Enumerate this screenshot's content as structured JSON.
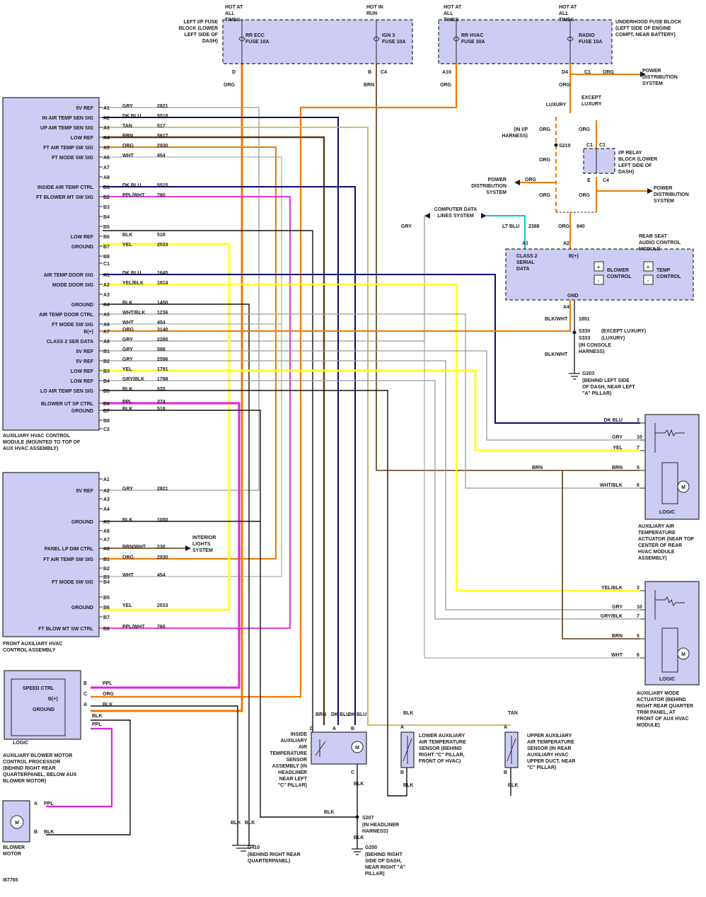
{
  "colors": {
    "module_fill": "#ccccf4",
    "orange": "#f07a00",
    "yellow": "#ffff22",
    "magenta": "#e020e0",
    "cyan": "#00c8d8",
    "dark_blue": "#0a0a70",
    "brown": "#5a3a10",
    "tan": "#c8b060",
    "gray": "#9a9a9a",
    "black": "#101010"
  },
  "top": {
    "hot1": "HOT AT ALL TIMES",
    "hot2": "HOT IN RUN",
    "hot3": "HOT AT ALL TIMES",
    "hot4": "HOT AT ALL TIMES",
    "lip_label": "LEFT I/P FUSE BLOCK (LOWER LEFT SIDE OF DASH)",
    "underhood_label": "UNDERHOOD FUSE BLOCK (LEFT SIDE OF ENGINE COMPT, NEAR BATTERY)",
    "fuse1": "RR ECC FUSE 10A",
    "fuse2": "IGN 3 FUSE 10A",
    "fuse3": "RR HVAC FUSE 30A",
    "fuse4": "RADIO FUSE 10A",
    "pin_d": "D",
    "pin_b": "B",
    "pin_c4": "C4",
    "pin_a10": "A10",
    "pin_d4": "D4",
    "pin_c1": "C1",
    "w_org1": "ORG",
    "w_brn": "BRN",
    "w_org3": "ORG",
    "w_org4": "ORG",
    "w_org5": "ORG",
    "pds1": "POWER DISTRIBUTION SYSTEM",
    "luxury": "LUXURY",
    "except_luxury": "EXCEPT LUXURY",
    "in_ip_harness": "(IN I/P HARNESS)",
    "s210": "S210",
    "ip_relay": "I/P RELAY BLOCK (LOWER LEFT SIDE OF DASH)",
    "relay_c1a": "C1",
    "relay_c1b": "C1",
    "relay_e": "E",
    "relay_c4": "C4",
    "pds2": "POWER DISTRIBUTION SYSTEM",
    "pds3": "POWER DISTRIBUTION SYSTEM",
    "org_a": "ORG",
    "org_b": "ORG",
    "org_c": "ORG",
    "org_d": "ORG",
    "org_e": "ORG",
    "org_f": "ORG",
    "cdl": "COMPUTER DATA LINES SYSTEM",
    "gry": "GRY",
    "lt_blu": "LT BLU",
    "n2388": "2388",
    "org_840": "ORG",
    "n840": "840"
  },
  "rsa": {
    "title": "REAR SEAT AUDIO CONTROL MODULE",
    "pin_a1": "A1",
    "pin_a2": "A2",
    "class2": "CLASS 2 SERIAL DATA",
    "bplus": "B(+)",
    "blower_control": "BLOWER CONTROL",
    "temp_control": "TEMP CONTROL",
    "plus": "+",
    "minus": "-",
    "gnd": "GND",
    "pin_a4": "A4",
    "w_blk_wht1": "BLK/WHT",
    "n1851": "1851",
    "s330": "S330",
    "s330_note": "(EXCEPT LUXURY)",
    "s333": "S333",
    "s333_note": "(LUXURY)",
    "in_console": "(IN CONSOLE HARNESS)",
    "w_blk_wht2": "BLK/WHT",
    "g203": "G203",
    "g203_note": "(BEHIND LEFT SIDE OF DASH, NEAR LEFT \"A\" PILLAR)"
  },
  "aux_module": {
    "label": "AUXILIARY HVAC CONTROL MODULE (MOUNTED TO TOP OF AUX HVAC ASSEMBLY)",
    "rows": [
      {
        "name": "5V REF",
        "pin": "A1",
        "color": "GRY",
        "circuit": "2821"
      },
      {
        "name": "IN AIR TEMP SEN SIG",
        "pin": "A2",
        "color": "DK BLU",
        "circuit": "5518"
      },
      {
        "name": "UP AIR TEMP SEN SIG",
        "pin": "A3",
        "color": "TAN",
        "circuit": "517"
      },
      {
        "name": "LOW REF",
        "pin": "A4",
        "color": "BRN",
        "circuit": "5617"
      },
      {
        "name": "FT AIR TEMP SW SIG",
        "pin": "A5",
        "color": "ORG",
        "circuit": "2930"
      },
      {
        "name": "FT MODE SW SIG",
        "pin": "A6",
        "color": "WHT",
        "circuit": "454"
      },
      {
        "name": "",
        "pin": "A7",
        "color": "",
        "circuit": ""
      },
      {
        "name": "",
        "pin": "A8",
        "color": "",
        "circuit": ""
      },
      {
        "name": "INSIDE AIR TEMP CTRL",
        "pin": "B1",
        "color": "DK BLU",
        "circuit": "5515"
      },
      {
        "name": "FT BLOWER MT SW SIG",
        "pin": "B2",
        "color": "PPL/WHT",
        "circuit": "760"
      },
      {
        "name": "",
        "pin": "B3",
        "color": "",
        "circuit": ""
      },
      {
        "name": "",
        "pin": "B4",
        "color": "",
        "circuit": ""
      },
      {
        "name": "",
        "pin": "B5",
        "color": "",
        "circuit": ""
      },
      {
        "name": "LOW REF",
        "pin": "B6",
        "color": "BLK",
        "circuit": "516"
      },
      {
        "name": "GROUND",
        "pin": "B7",
        "color": "YEL",
        "circuit": "2533"
      },
      {
        "name": "",
        "pin": "B8",
        "color": "",
        "circuit": ""
      },
      {
        "name": "",
        "pin": "C1",
        "color": "",
        "circuit": ""
      },
      {
        "name": "AIR TEMP DOOR SIG",
        "pin": "A1",
        "color": "DK BLU",
        "circuit": "1645"
      },
      {
        "name": "MODE DOOR SIG",
        "pin": "A2",
        "color": "YEL/BLK",
        "circuit": "1814"
      },
      {
        "name": "",
        "pin": "A3",
        "color": "",
        "circuit": ""
      },
      {
        "name": "GROUND",
        "pin": "A4",
        "color": "BLK",
        "circuit": "1450"
      },
      {
        "name": "AIR TEMP DOOR CTRL",
        "pin": "A5",
        "color": "WHT/BLK",
        "circuit": "1236"
      },
      {
        "name": "FT MODE SW SIG",
        "pin": "A6",
        "color": "WHT",
        "circuit": "454"
      },
      {
        "name": "B(+)",
        "pin": "A7",
        "color": "ORG",
        "circuit": "3140"
      },
      {
        "name": "CLASS 2 SER DATA",
        "pin": "A8",
        "color": "GRY",
        "circuit": "2280"
      },
      {
        "name": "5V REF",
        "pin": "B1",
        "color": "GRY",
        "circuit": "598"
      },
      {
        "name": "5V REF",
        "pin": "B2",
        "color": "GRY",
        "circuit": "2596"
      },
      {
        "name": "LOW REF",
        "pin": "B3",
        "color": "YEL",
        "circuit": "1791"
      },
      {
        "name": "LOW REF",
        "pin": "B4",
        "color": "GRY/BLK",
        "circuit": "1798"
      },
      {
        "name": "LO AIR TEMP SEN SIG",
        "pin": "B5",
        "color": "BLK",
        "circuit": "520"
      },
      {
        "name": "BLOWER UT SP CTRL",
        "pin": "B6",
        "color": "PPL",
        "circuit": "374"
      },
      {
        "name": "GROUND",
        "pin": "B7",
        "color": "BLK",
        "circuit": "518"
      },
      {
        "name": "",
        "pin": "B8",
        "color": "",
        "circuit": ""
      },
      {
        "name": "",
        "pin": "C2",
        "color": "",
        "circuit": ""
      }
    ]
  },
  "front_assembly": {
    "label": "FRONT AUXILIARY HVAC CONTROL ASSEMBLY",
    "interior_lights": "INTERIOR LIGHTS SYSTEM",
    "rows": [
      {
        "name": "",
        "pin": "A1",
        "color": "",
        "circuit": ""
      },
      {
        "name": "5V REF",
        "pin": "A2",
        "color": "GRY",
        "circuit": "2821"
      },
      {
        "name": "",
        "pin": "A3",
        "color": "",
        "circuit": ""
      },
      {
        "name": "",
        "pin": "A4",
        "color": "",
        "circuit": ""
      },
      {
        "name": "GROUND",
        "pin": "A5",
        "color": "BLK",
        "circuit": "1050"
      },
      {
        "name": "",
        "pin": "A6",
        "color": "",
        "circuit": ""
      },
      {
        "name": "",
        "pin": "A7",
        "color": "",
        "circuit": ""
      },
      {
        "name": "PANEL LP DIM CTRL",
        "pin": "A8",
        "color": "BRN/WHT",
        "circuit": "230"
      },
      {
        "name": "FT AIR TEMP SW SIG",
        "pin": "B1",
        "color": "ORG",
        "circuit": "2930"
      },
      {
        "name": "",
        "pin": "B2",
        "color": "",
        "circuit": ""
      },
      {
        "name": "",
        "pin": "B3",
        "color": "WHT",
        "circuit": "454"
      },
      {
        "name": "FT MODE SW SIG",
        "pin": "B4",
        "color": "",
        "circuit": ""
      },
      {
        "name": "",
        "pin": "B5",
        "color": "",
        "circuit": ""
      },
      {
        "name": "GROUND",
        "pin": "B6",
        "color": "YEL",
        "circuit": "2533"
      },
      {
        "name": "",
        "pin": "B7",
        "color": "",
        "circuit": ""
      },
      {
        "name": "FT BLOW MT SW CTRL",
        "pin": "B8",
        "color": "PPL/WHT",
        "circuit": "760"
      }
    ]
  },
  "blower_proc": {
    "label": "AUXILIARY BLOWER MOTOR CONTROL PROCESSOR (BEHIND RIGHT REAR QUARTERPANEL, BELOW AUX BLOWER MOTOR)",
    "speed_ctrl": "SPEED CTRL",
    "bplus": "B(+)",
    "ground": "GROUND",
    "logic": "LOGIC",
    "pin_b": "B",
    "pin_c": "C",
    "pin_a": "A",
    "w_ppl": "PPL",
    "w_org": "ORG",
    "w_blk": "BLK",
    "w_blk2": "BLK",
    "w_ppl2": "PPL"
  },
  "blower_motor": {
    "label": "BLOWER MOTOR",
    "pin_a": "A",
    "pin_b": "B",
    "w_ppl": "PPL",
    "w_blk": "BLK",
    "m": "M"
  },
  "air_temp_actuator": {
    "label": "AUXILIARY AIR TEMPERATURE ACTUATOR (NEAR TOP CENTER OF REAR HVAC MODULE ASSEMBLY)",
    "logic": "LOGIC",
    "m": "M",
    "wires": [
      {
        "color": "DK BLU",
        "pin": "3"
      },
      {
        "color": "GRY",
        "pin": "10"
      },
      {
        "color": "YEL",
        "pin": "7"
      },
      {
        "color": "BRN",
        "pin": "5"
      },
      {
        "color": "WHT/BLK",
        "pin": "6"
      }
    ],
    "brn_mid": "BRN"
  },
  "mode_actuator": {
    "label": "AUXILIARY MODE ACTUATOR (BEHIND RIGHT REAR QUARTER TRIM PANEL, AT FRONT OF AUX HVAC MODULE)",
    "logic": "LOGIC",
    "m": "M",
    "wires": [
      {
        "color": "YEL/BLK",
        "pin": "3"
      },
      {
        "color": "GRY",
        "pin": "10"
      },
      {
        "color": "GRY/BLK",
        "pin": "7"
      },
      {
        "color": "BRN",
        "pin": "5"
      },
      {
        "color": "WHT",
        "pin": "6"
      }
    ]
  },
  "sensors": {
    "inside": "INSIDE AUXILIARY AIR TEMPERATURE SENSOR ASSEMBLY (IN HEADLINER NEAR LEFT \"C\" PILLAR)",
    "lower": "LOWER AUXILIARY AIR TEMPERATURE SENSOR (BEHIND RIGHT \"C\" PILLAR, FRONT OF HVAC)",
    "upper": "UPPER AUXILIARY AIR TEMPERATURE SENSOR (IN REAR AUXILIARY HVAC UPPER DUCT, NEAR \"C\" PILLAR)",
    "w_brn": "BRN",
    "w_dkblu1": "DK BLU",
    "w_dkblu2": "DK BLU",
    "w_blk_l": "BLK",
    "w_tan": "TAN",
    "w_blk_l2": "BLK",
    "w_blk_u": "BLK",
    "w_blk_i": "BLK",
    "pin_d": "D",
    "pin_a": "A",
    "pin_b": "B",
    "pin_c": "C",
    "pin_la": "A",
    "pin_lb": "B",
    "pin_ua": "A",
    "pin_ub": "B",
    "m": "M"
  },
  "grounds": {
    "blk_a": "BLK",
    "blk_b": "BLK",
    "g410": "G410",
    "g410_note": "(BEHIND RIGHT REAR QUARTERPANEL)",
    "blk_s207": "BLK",
    "s207": "S207",
    "s207_note": "(IN HEADLINER HARNESS)",
    "blk_g200": "BLK",
    "g200": "G200",
    "g200_note": "(BEHIND RIGHT SIDE OF DASH, NEAR RIGHT \"A\" PILLAR)"
  },
  "footer": {
    "code": "I67765"
  }
}
